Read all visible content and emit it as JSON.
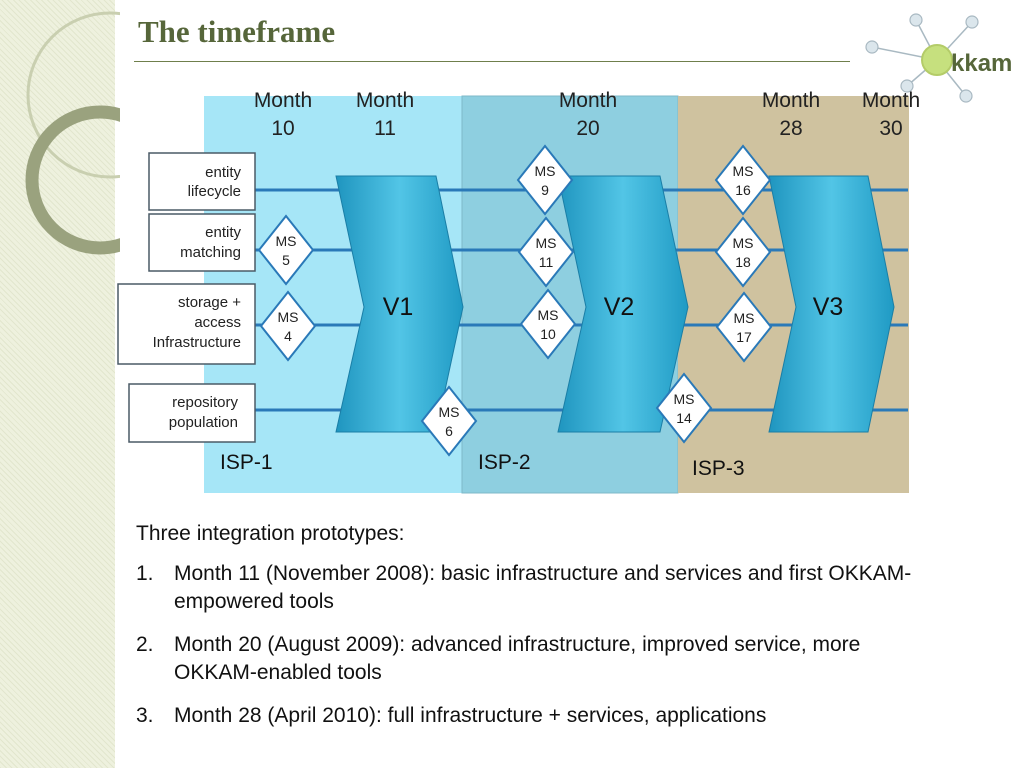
{
  "title": "The timeframe",
  "logo": {
    "text": "kkam"
  },
  "diagram": {
    "months": [
      {
        "label": "Month",
        "number": "10"
      },
      {
        "label": "Month",
        "number": "11"
      },
      {
        "label": "Month",
        "number": "20"
      },
      {
        "label": "Month",
        "number": "28"
      },
      {
        "label": "Month",
        "number": "30"
      }
    ],
    "lanes": [
      {
        "line1": "entity",
        "line2": "lifecycle"
      },
      {
        "line1": "entity",
        "line2": "matching"
      },
      {
        "line1": "storage +",
        "line2": "access",
        "line3": "Infrastructure"
      },
      {
        "line1": "repository",
        "line2": "population"
      }
    ],
    "phases": [
      "ISP-1",
      "ISP-2",
      "ISP-3"
    ],
    "versions": [
      "V1",
      "V2",
      "V3"
    ],
    "milestones": [
      {
        "label": "MS",
        "number": "5"
      },
      {
        "label": "MS",
        "number": "4"
      },
      {
        "label": "MS",
        "number": "6"
      },
      {
        "label": "MS",
        "number": "9"
      },
      {
        "label": "MS",
        "number": "11"
      },
      {
        "label": "MS",
        "number": "10"
      },
      {
        "label": "MS",
        "number": "14"
      },
      {
        "label": "MS",
        "number": "16"
      },
      {
        "label": "MS",
        "number": "18"
      },
      {
        "label": "MS",
        "number": "17"
      }
    ],
    "colors": {
      "isp1": "#a6e6f7",
      "isp2": "#8ecfe0",
      "isp3": "#cfc29f",
      "chevron": "#2faed0",
      "line": "#2a79b8"
    }
  },
  "body": {
    "intro": "Three integration prototypes:",
    "items": [
      {
        "num": "1.",
        "text": "Month 11 (November 2008): basic infrastructure and services and first OKKAM-empowered tools"
      },
      {
        "num": "2.",
        "text": "Month 20 (August 2009): advanced infrastructure, improved service, more OKKAM-enabled tools"
      },
      {
        "num": "3.",
        "text": "Month 28 (April 2010): full infrastructure + services, applications"
      }
    ]
  }
}
